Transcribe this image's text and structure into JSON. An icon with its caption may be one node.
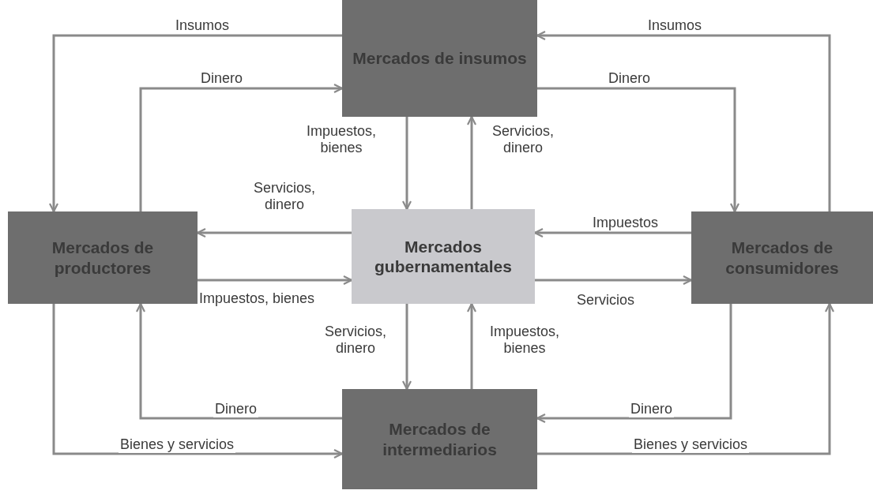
{
  "diagram": {
    "nodes": [
      {
        "text": [
          "Mercados de insumos"
        ]
      },
      {
        "text": [
          "Mercados de productores"
        ]
      },
      {
        "text": [
          "Mercados gubernamentales"
        ]
      },
      {
        "text": [
          "Mercados de consumidores"
        ]
      },
      {
        "text": [
          "Mercados de intermediarios"
        ]
      }
    ],
    "edges": [
      {
        "from": 0,
        "to": 1,
        "arrow": "to",
        "label": "Insumos"
      },
      {
        "from": 1,
        "to": 0,
        "arrow": "to",
        "label": "Dinero"
      },
      {
        "from": 0,
        "to": 3,
        "arrow": "to",
        "label": "Dinero"
      },
      {
        "from": 3,
        "to": 0,
        "arrow": "to",
        "label": "Insumos"
      },
      {
        "from": 0,
        "to": 2,
        "arrow": "to",
        "label": "Impuestos, bienes"
      },
      {
        "from": 2,
        "to": 0,
        "arrow": "to",
        "label": "Servicios, dinero"
      },
      {
        "from": 2,
        "to": 1,
        "arrow": "to",
        "label": "Servicios, dinero"
      },
      {
        "from": 1,
        "to": 2,
        "arrow": "to",
        "label": "Impuestos, bienes"
      },
      {
        "from": 3,
        "to": 2,
        "arrow": "to",
        "label": "Impuestos"
      },
      {
        "from": 2,
        "to": 3,
        "arrow": "to",
        "label": "Servicios"
      },
      {
        "from": 2,
        "to": 4,
        "arrow": "to",
        "label": "Servicios, dinero"
      },
      {
        "from": 4,
        "to": 2,
        "arrow": "to",
        "label": "Impuestos, bienes"
      },
      {
        "from": 4,
        "to": 1,
        "arrow": "to",
        "label": "Dinero"
      },
      {
        "from": 1,
        "to": 4,
        "arrow": "to",
        "label": "Bienes y servicios"
      },
      {
        "from": 3,
        "to": 4,
        "arrow": "to",
        "label": "Dinero"
      },
      {
        "from": 4,
        "to": 3,
        "arrow": "to",
        "label": "Bienes y servicios"
      }
    ]
  }
}
